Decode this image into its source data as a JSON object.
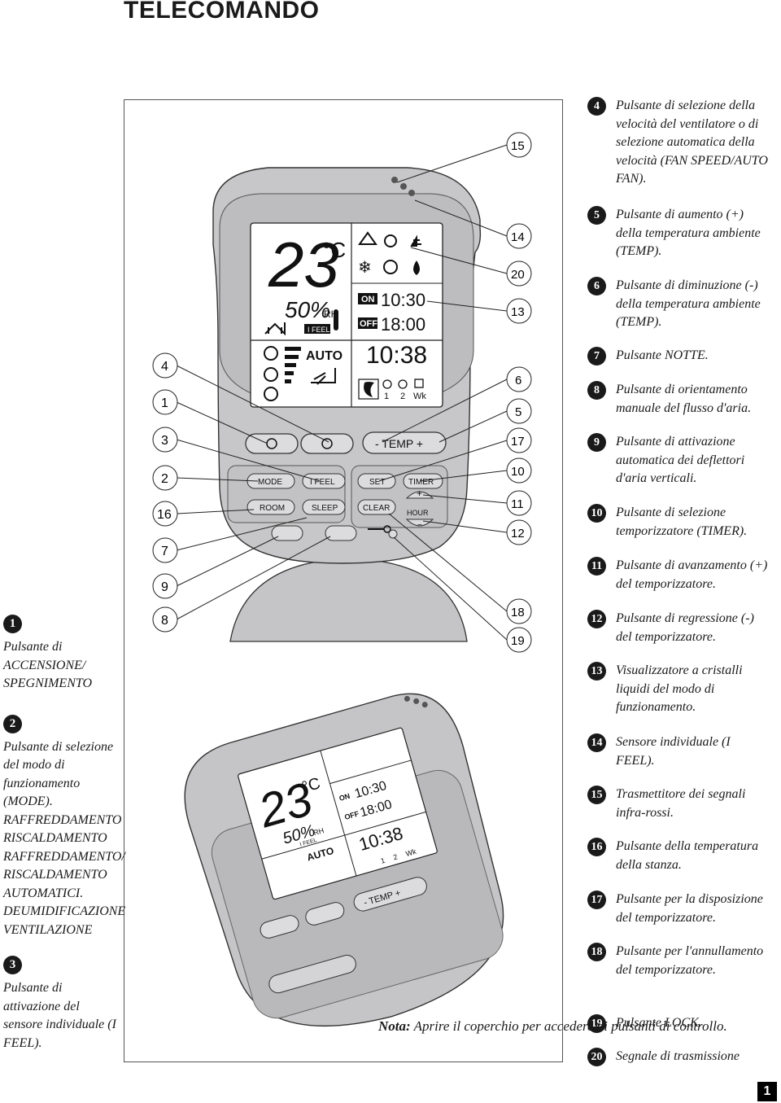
{
  "page": {
    "title": "TELECOMANDO",
    "page_number": "1",
    "note_bold": "Nota:",
    "note_text": "Aprire il coperchio per accedere ai pulsanti di controllo."
  },
  "legend_left": [
    {
      "n": "1",
      "text": "Pulsante di ACCENSIONE/ SPEGNIMENTO"
    },
    {
      "n": "2",
      "text": "Pulsante di selezione del modo di funzionamento (MODE). RAFFREDDAMENTO RISCALDAMENTO RAFFREDDAMENTO/ RISCALDAMENTO AUTOMATICI. DEUMIDIFICAZIONE VENTILAZIONE"
    },
    {
      "n": "3",
      "text": "Pulsante di attivazione del sensore individuale (I FEEL)."
    }
  ],
  "legend_right": [
    {
      "n": "4",
      "text": "Pulsante di selezione della velocità del ventilatore o di selezione automatica della velocità (FAN SPEED/AUTO FAN)."
    },
    {
      "n": "5",
      "text": "Pulsante di aumento (+) della temperatura ambiente (TEMP)."
    },
    {
      "n": "6",
      "text": "Pulsante di diminuzione (-) della temperatura ambiente (TEMP)."
    },
    {
      "n": "7",
      "text": "Pulsante NOTTE."
    },
    {
      "n": "8",
      "text": "Pulsante di orientamento manuale del flusso d'aria."
    },
    {
      "n": "9",
      "text": "Pulsante di attivazione automatica dei deflettori d'aria verticali."
    },
    {
      "n": "10",
      "text": "Pulsante di selezione temporizzatore (TIMER)."
    },
    {
      "n": "11",
      "text": "Pulsante di avanzamento (+) del temporizzatore."
    },
    {
      "n": "12",
      "text": "Pulsante di regressione (-) del temporizzatore."
    },
    {
      "n": "13",
      "text": "Visualizzatore a cristalli liquidi del modo di funzionamento."
    },
    {
      "n": "14",
      "text": "Sensore individuale (I FEEL)."
    },
    {
      "n": "15",
      "text": "Trasmettitore dei segnali infra-rossi."
    },
    {
      "n": "16",
      "text": "Pulsante della temperatura della stanza."
    },
    {
      "n": "17",
      "text": "Pulsante per la disposizione del temporizzatore."
    },
    {
      "n": "18",
      "text": "Pulsante per l'annullamento del temporizzatore."
    },
    {
      "n": "19",
      "text": "Pulsante LOCK."
    },
    {
      "n": "20",
      "text": "Segnale di trasmissione"
    }
  ],
  "callouts_left": [
    "4",
    "1",
    "3",
    "2",
    "16",
    "7",
    "9",
    "8"
  ],
  "callouts_right": [
    "15",
    "14",
    "20",
    "13",
    "6",
    "5",
    "17",
    "10",
    "11",
    "12",
    "18",
    "19"
  ],
  "remote": {
    "temperature": "23",
    "temp_unit": "°C",
    "humidity": "50%",
    "humidity_unit": "RH",
    "i_feel_badge": "I FEEL",
    "fan_mode": "AUTO",
    "on_label": "ON",
    "on_time": "10:30",
    "off_label": "OFF",
    "off_time": "18:00",
    "clock_time": "10:38",
    "timer_day_1": "1",
    "timer_day_2": "2",
    "timer_week": "Wk",
    "temp_button": "-  TEMP  +",
    "mode_button": "MODE",
    "ifeel_button": "I FEEL",
    "set_button": "SET",
    "timer_button": "TIMER",
    "room_button": "ROOM",
    "sleep_button": "SLEEP",
    "clear_button": "CLEAR",
    "hour_label": "HOUR",
    "hour_plus": "+",
    "hour_minus": "−"
  },
  "remote_closed": {
    "temperature": "23",
    "temp_unit": "°C",
    "humidity": "50%",
    "humidity_unit": "RH",
    "i_feel_badge": "I FEEL",
    "fan_mode": "AUTO",
    "on_label": "ON",
    "on_time": "10:30",
    "off_label": "OFF",
    "off_time": "18:00",
    "clock_time": "10:38",
    "timer_day_1": "1",
    "timer_day_2": "2",
    "timer_week": "Wk",
    "temp_button": "-  TEMP  +"
  },
  "colors": {
    "remote_body": "#c7c7c9",
    "lcd": "#ffffff",
    "button": "#dcdcde",
    "ink": "#1a1a1a"
  }
}
